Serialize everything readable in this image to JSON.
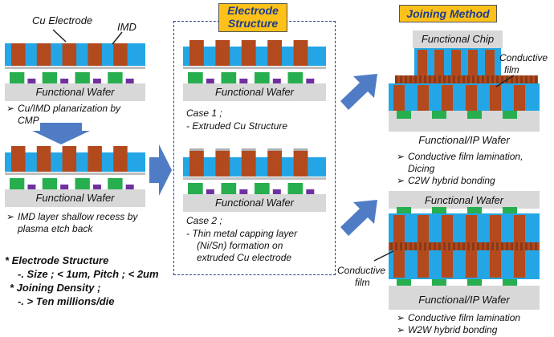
{
  "colors": {
    "wafer_grey": "#d8d8d8",
    "imd_blue": "#24a6e6",
    "cu_brown": "#b24a1e",
    "pad_green": "#27ae4f",
    "via_purple": "#7030a0",
    "arrow_blue": "#4f7cc4",
    "header_gold": "#fdc11a",
    "header_text": "#1f3e8c"
  },
  "left": {
    "label_cu_electrode": "Cu Electrode",
    "label_imd": "IMD",
    "wafer1_label": "Functional Wafer",
    "step1_caption": [
      "Cu/IMD planarization by",
      "CMP"
    ],
    "wafer2_label": "Functional Wafer",
    "step2_caption": [
      "IMD layer shallow recess by",
      "plasma etch back"
    ],
    "specs": {
      "electrode_heading": "* Electrode Structure",
      "electrode_detail": "-. Size ; < 1um, Pitch ; < 2um",
      "density_heading": "* Joining Density ;",
      "density_detail": "-.  > Ten millions/die"
    }
  },
  "middle": {
    "header": [
      "Electrode",
      "Structure"
    ],
    "case1_label": "Case 1 ;",
    "case1_desc": "- Extruded Cu Structure",
    "wafer_label": "Functional Wafer",
    "case2_label": "Case 2 ;",
    "case2_desc": [
      "- Thin metal capping layer",
      "(Ni/Sn) formation on",
      "extruded Cu electrode"
    ]
  },
  "right": {
    "header": "Joining Method",
    "chip_label": "Functional Chip",
    "film_label_top": [
      "Conductive",
      "film"
    ],
    "c2w_wafer_label": "Functional/IP Wafer",
    "c2w_caption": [
      "Conductive film lamination,",
      "Dicing",
      "C2W hybrid bonding"
    ],
    "w2w_top_label": "Functional Wafer",
    "film_label_bottom": [
      "Conductive",
      "film"
    ],
    "w2w_wafer_label": "Functional/IP Wafer",
    "w2w_caption": [
      "Conductive film lamination",
      "W2W hybrid bonding"
    ]
  }
}
